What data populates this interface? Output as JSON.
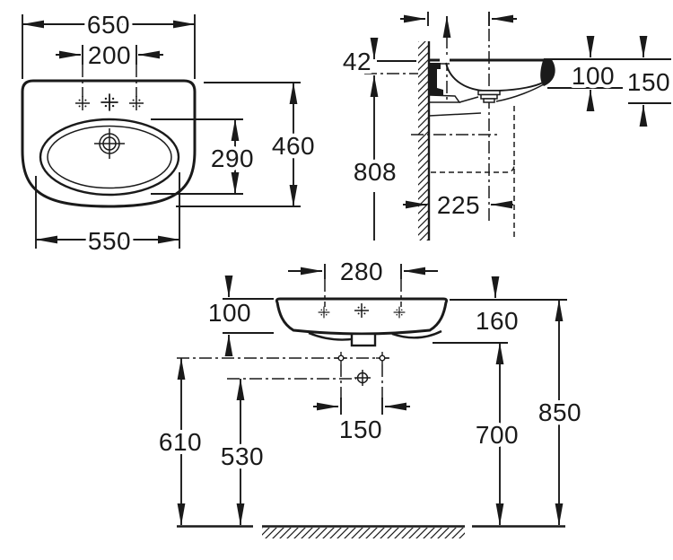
{
  "drawing": {
    "colors": {
      "ink": "#1a1a1a",
      "paper": "#ffffff"
    },
    "plan": {
      "overall_width": "650",
      "tap_hole_spacing": "200",
      "bowl_depth": "290",
      "overall_depth": "460",
      "bottom_width": "550"
    },
    "side": {
      "rim_to_fixing_holes": "42",
      "fixing_holes_to_floor": "808",
      "front_drop": "100",
      "total_drop": "150",
      "drain_offset_from_wall": "225"
    },
    "front": {
      "outer_hole_spacing": "280",
      "apron_height": "100",
      "edge_height": "160",
      "fixing_hole_spacing": "150",
      "height_610": "610",
      "height_530": "530",
      "underedge_to_floor": "700",
      "rim_to_floor": "850"
    }
  }
}
